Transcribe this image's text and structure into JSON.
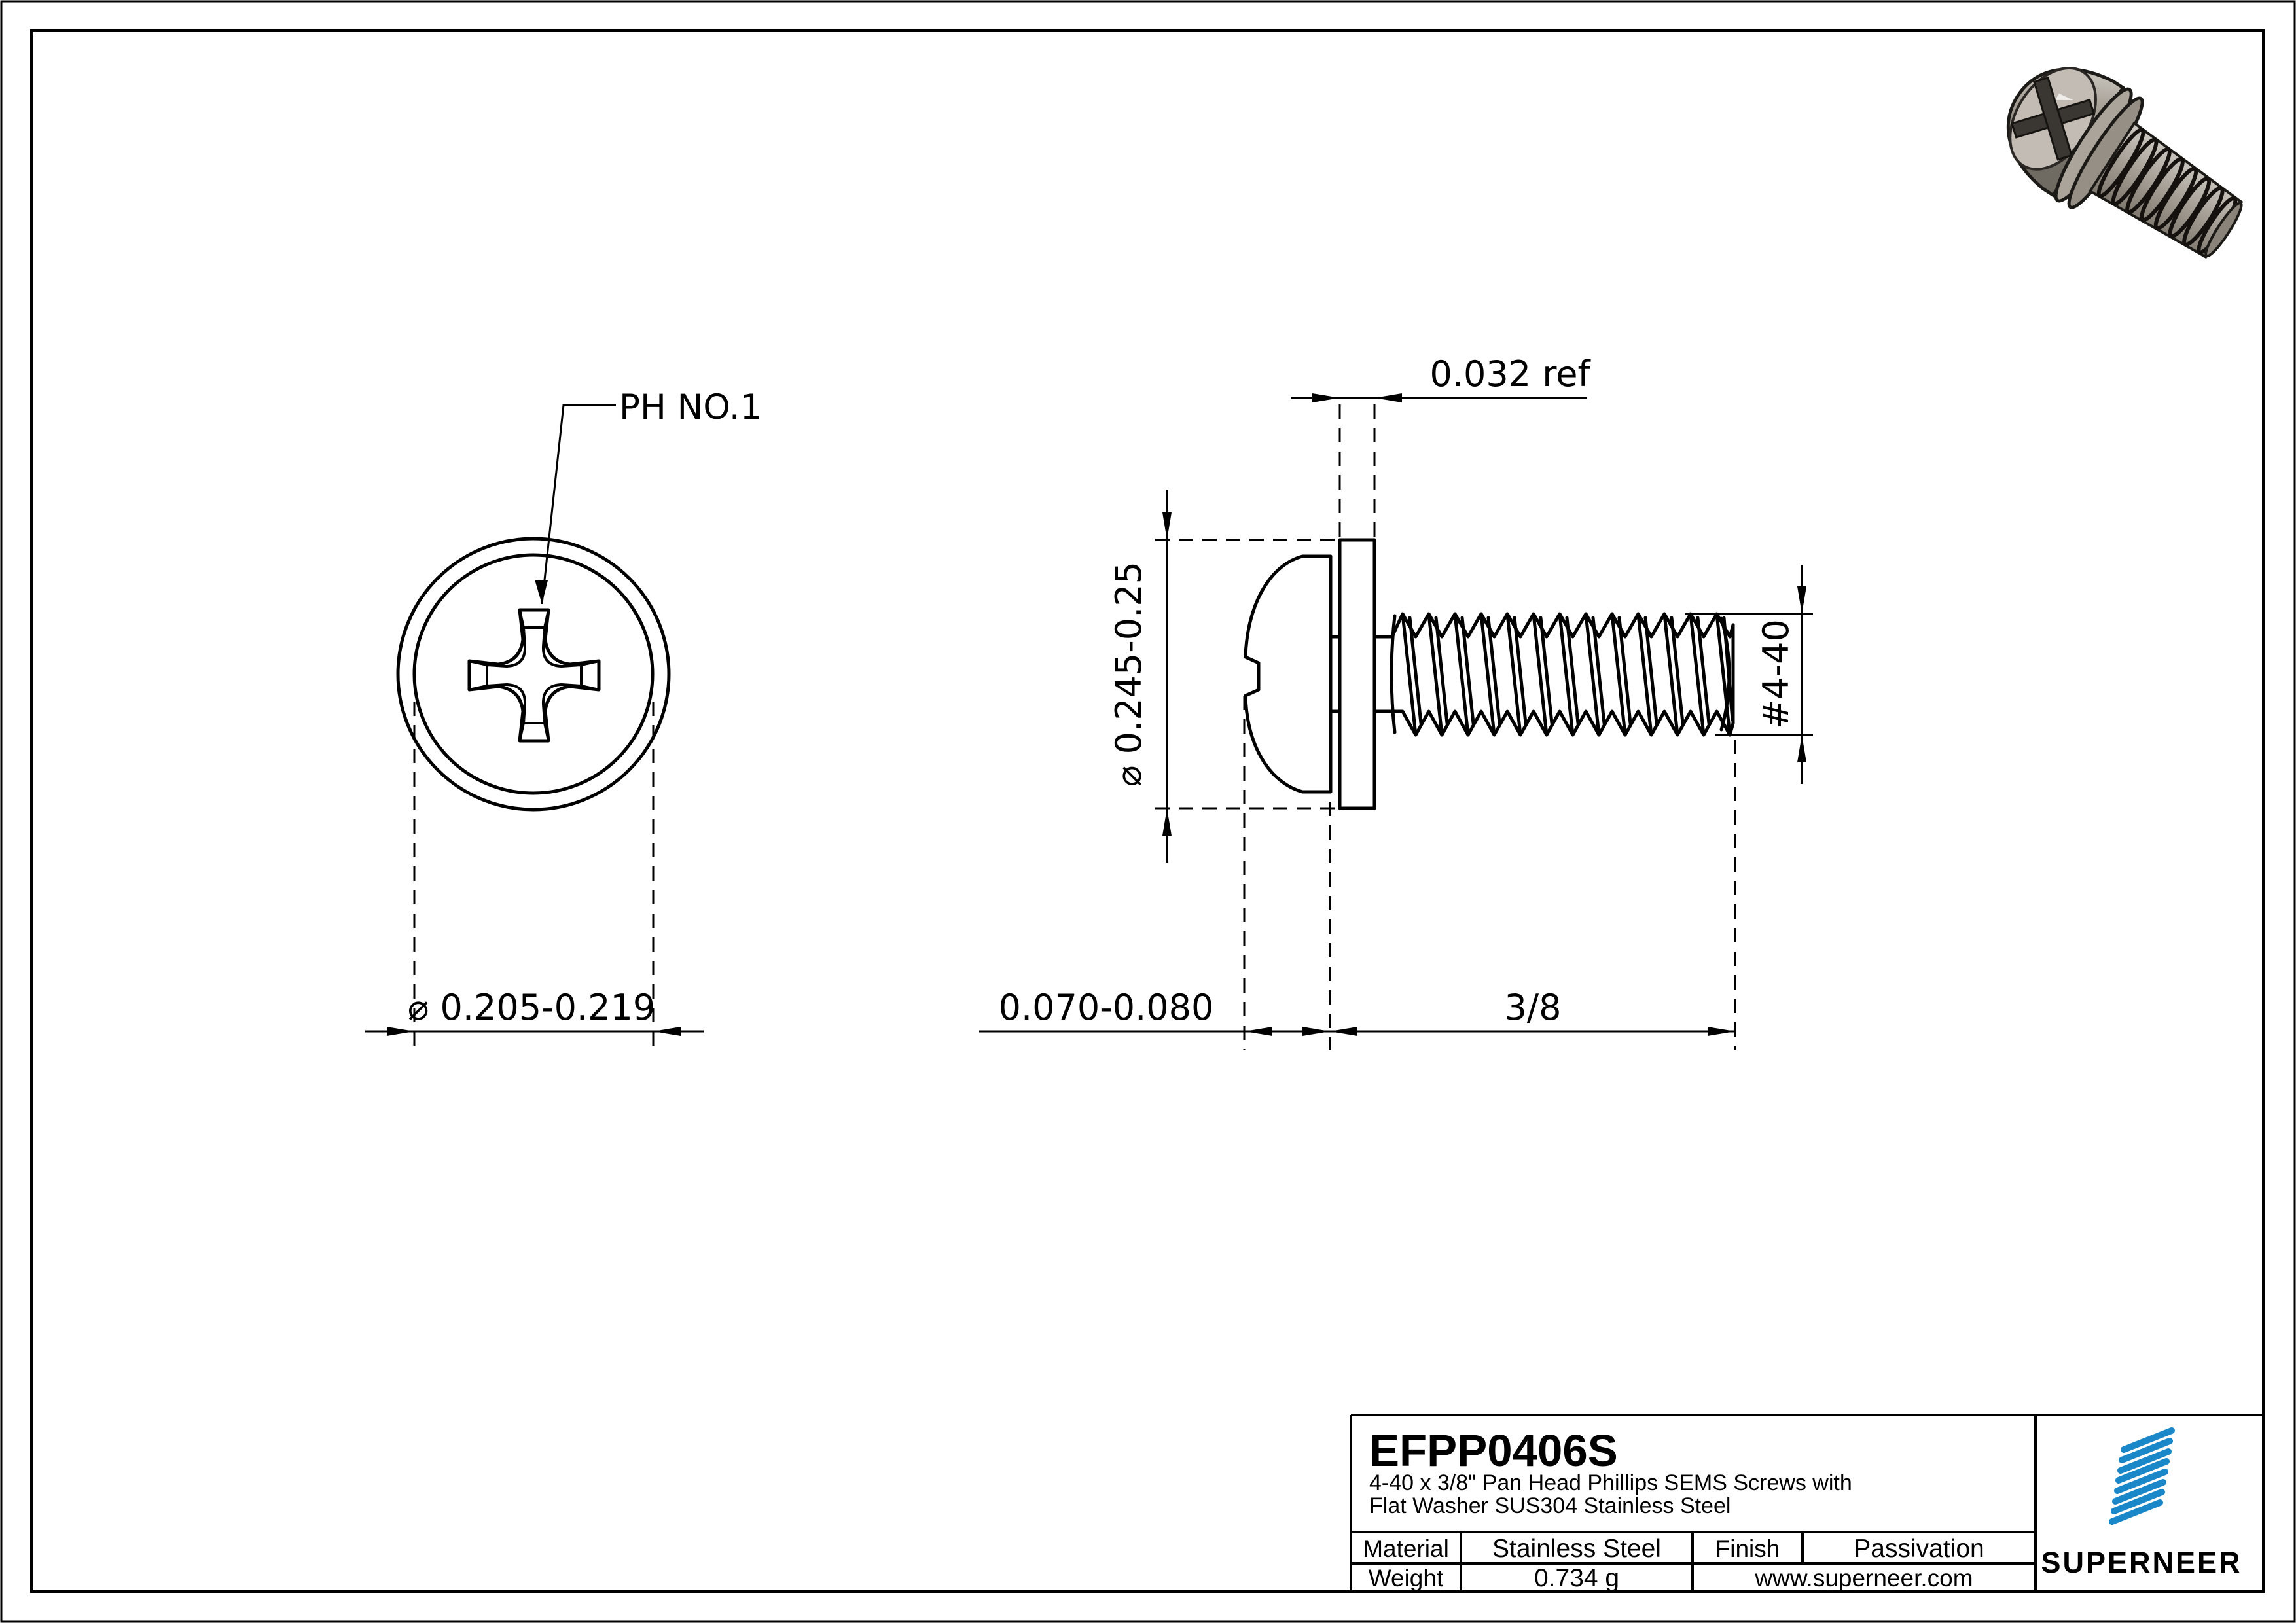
{
  "page": {
    "background": "#ffffff",
    "line_color": "#000000"
  },
  "front_view": {
    "drive_label": "PH NO.1",
    "head_diameter": "⌀ 0.205-0.219"
  },
  "side_view": {
    "washer_thickness": "0.032 ref",
    "washer_diameter": "⌀ 0.245-0.25",
    "head_height": "0.070-0.080",
    "thread_length": "3/8",
    "thread_size": "#4-40"
  },
  "title_block": {
    "part_number": "EFPP0406S",
    "description_line1": "4-40 x 3/8\" Pan Head Phillips SEMS Screws with",
    "description_line2": "Flat Washer SUS304 Stainless Steel",
    "material_label": "Material",
    "material_value": "Stainless Steel",
    "finish_label": "Finish",
    "finish_value": "Passivation",
    "weight_label": "Weight",
    "weight_value": "0.734 g",
    "website": "www.superneer.com",
    "brand": "SUPERNEER",
    "brand_color": "#1a87c9",
    "link_color": "#2e86d1"
  }
}
